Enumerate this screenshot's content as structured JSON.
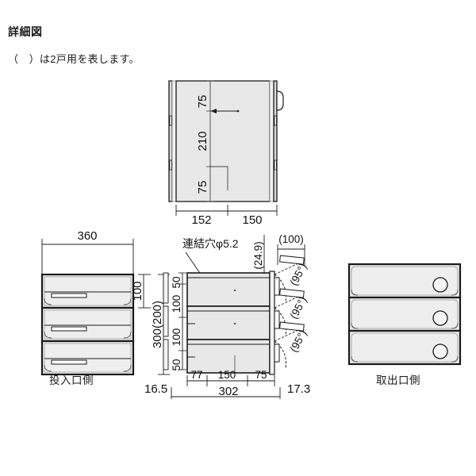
{
  "page": {
    "title": "詳細図",
    "note": "（　）は2戸用を表します。"
  },
  "views": {
    "top": {
      "name": "top-view",
      "dims_vertical": [
        "75",
        "210",
        "75"
      ],
      "dims_horizontal": [
        "152",
        "150"
      ]
    },
    "front_left": {
      "caption": "投入口側",
      "dim_width": "360",
      "dim_unit_height": "100",
      "dim_total_height": "300(200)"
    },
    "side": {
      "note_label": "連結穴φ5.2",
      "dim_top_bracket": "(24.9)",
      "dim_door_open": "(100)",
      "dims_vertical": [
        "50",
        "100",
        "100",
        "50"
      ],
      "dims_horizontal": [
        "77",
        "150",
        "75"
      ],
      "dim_total": "302",
      "dim_left_offset": "16.5",
      "dim_right_offset": "17.3",
      "angles": [
        "(95°)",
        "(95°)",
        "(95°)"
      ]
    },
    "front_right": {
      "caption": "取出口側",
      "lock_count": 3
    }
  },
  "colors": {
    "line": "#1a1a1a",
    "panel_fill": "#e8e8e8",
    "panel_fill_light": "#efefef",
    "panel_edge": "#8a8a8a",
    "background": "#ffffff"
  }
}
